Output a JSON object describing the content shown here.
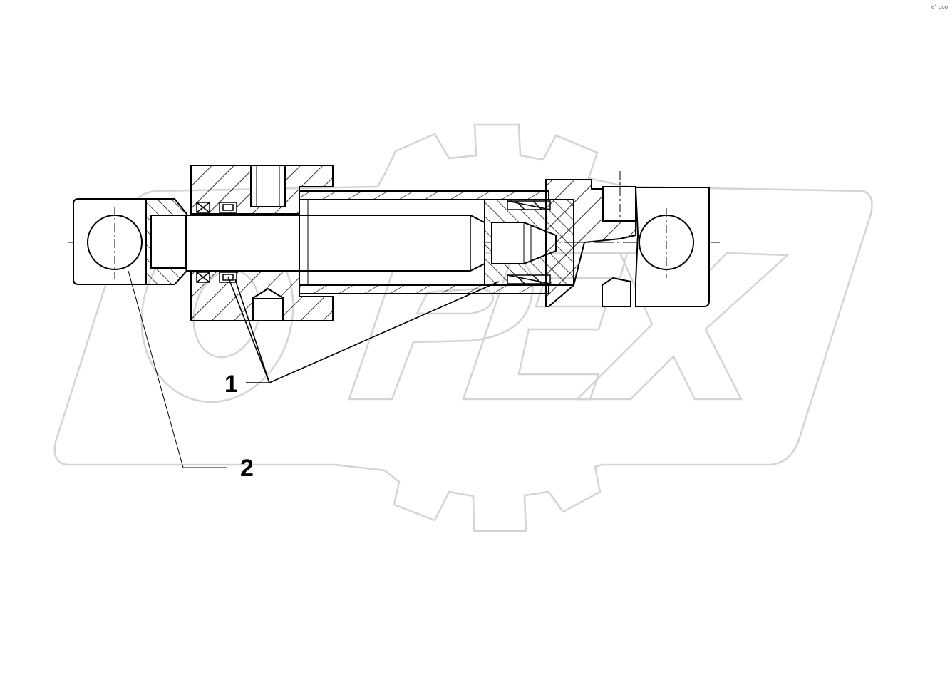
{
  "watermark": {
    "text": "OPEX",
    "color": "#d4d4d4"
  },
  "callouts": [
    {
      "id": "1",
      "label": "1"
    },
    {
      "id": "2",
      "label": "2"
    }
  ],
  "corner_mark": "e° ooo",
  "colors": {
    "ink": "#000000",
    "background": "#ffffff",
    "watermark": "#d4d4d4"
  }
}
